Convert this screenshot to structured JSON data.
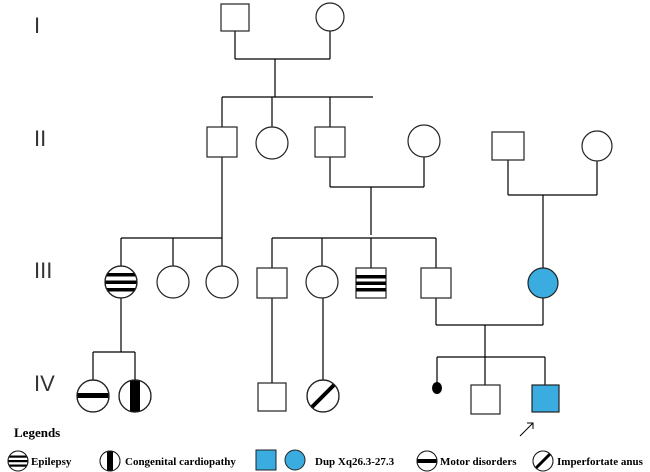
{
  "generations": [
    "I",
    "II",
    "III",
    "IV"
  ],
  "legend": {
    "title": "Legends",
    "items": [
      {
        "key": "epilepsy",
        "label": "Epilepsy"
      },
      {
        "key": "cardiopathy",
        "label": "Congenital cardiopathy"
      },
      {
        "key": "dup",
        "label": "Dup Xq26.3-27.3"
      },
      {
        "key": "motor",
        "label": "Motor disorders"
      },
      {
        "key": "anus",
        "label": "Imperfortate anus"
      }
    ]
  },
  "colors": {
    "affected_fill": "#3aace0",
    "line": "#000000",
    "shape_fill": "#ffffff"
  },
  "icons": [
    "male-square",
    "female-circle",
    "triple-stripe-fill",
    "half-black-fill",
    "horizontal-bar-fill",
    "diagonal-slash-fill",
    "small-black-dot",
    "arrow-icon"
  ]
}
